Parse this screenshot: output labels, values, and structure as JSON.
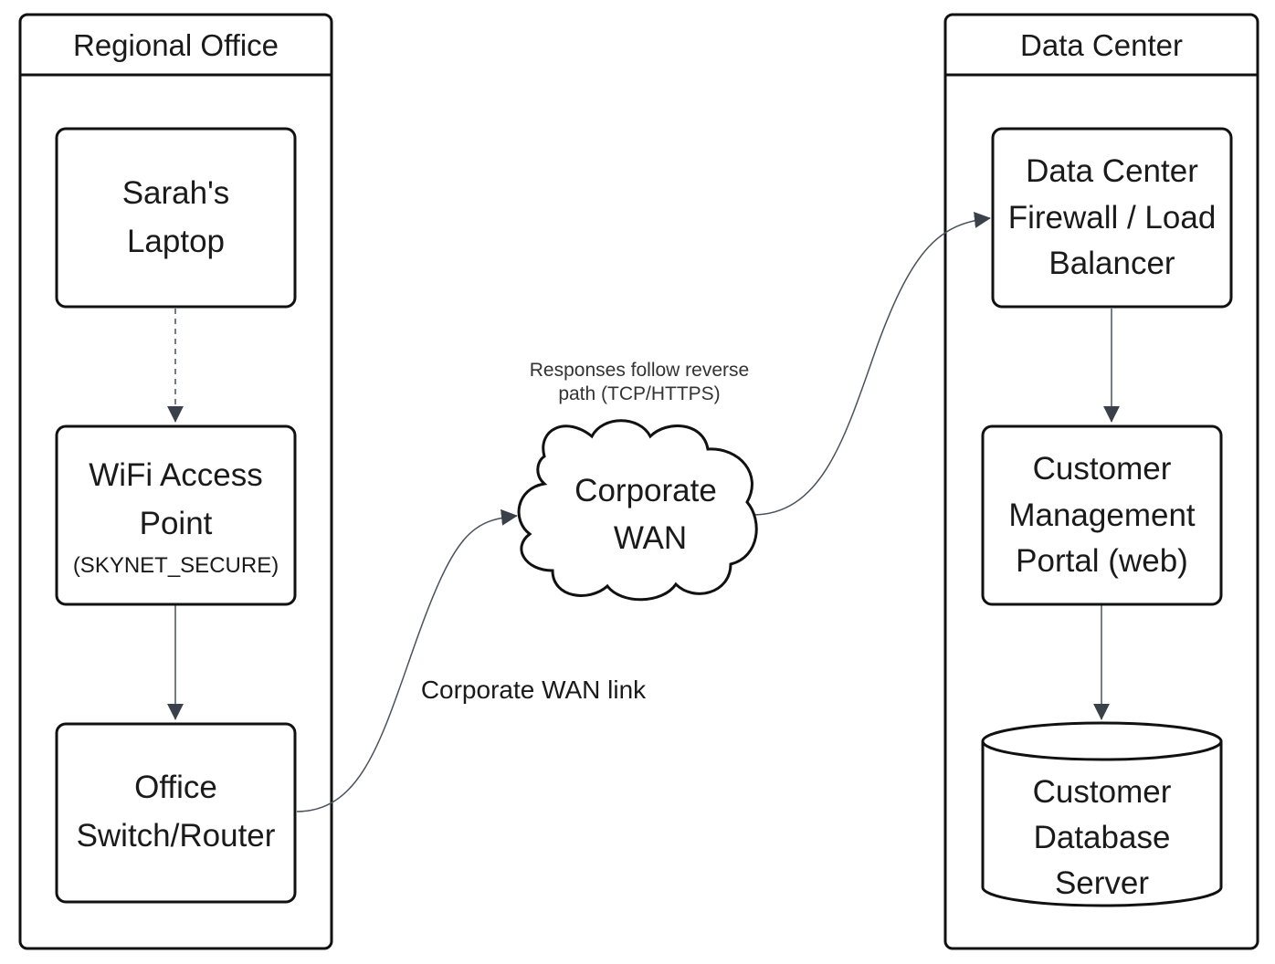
{
  "groups": {
    "regional_office": {
      "title": "Regional Office"
    },
    "data_center": {
      "title": "Data Center"
    }
  },
  "nodes": {
    "laptop": {
      "lines": [
        "Sarah's",
        "Laptop"
      ]
    },
    "wifi_ap": {
      "lines": [
        "WiFi Access",
        "Point"
      ],
      "sublabel": "(SKYNET_SECURE)"
    },
    "office_switch": {
      "lines": [
        "Office",
        "Switch/Router"
      ]
    },
    "corporate_wan": {
      "lines": [
        "Corporate",
        "WAN"
      ]
    },
    "dc_firewall": {
      "lines": [
        "Data Center",
        "Firewall / Load",
        "Balancer"
      ]
    },
    "portal": {
      "lines": [
        "Customer",
        "Management",
        "Portal (web)"
      ]
    },
    "database": {
      "lines": [
        "Customer",
        "Database",
        "Server"
      ]
    }
  },
  "edges": [
    {
      "from": "laptop",
      "to": "wifi_ap",
      "style": "dashed",
      "label": ""
    },
    {
      "from": "wifi_ap",
      "to": "office_switch",
      "style": "solid",
      "label": ""
    },
    {
      "from": "office_switch",
      "to": "corporate_wan",
      "style": "solid",
      "label": "Corporate WAN link"
    },
    {
      "from": "corporate_wan",
      "to": "dc_firewall",
      "style": "solid",
      "label": ""
    },
    {
      "from": "dc_firewall",
      "to": "portal",
      "style": "solid",
      "label": ""
    },
    {
      "from": "portal",
      "to": "database",
      "style": "solid",
      "label": ""
    }
  ],
  "notes": {
    "responses": {
      "lines": [
        "Responses follow reverse",
        "path (TCP/HTTPS)"
      ]
    }
  },
  "colors": {
    "stroke": "#111111",
    "edge": "#4a525c",
    "arrowhead": "#3a414a",
    "background": "#ffffff"
  }
}
